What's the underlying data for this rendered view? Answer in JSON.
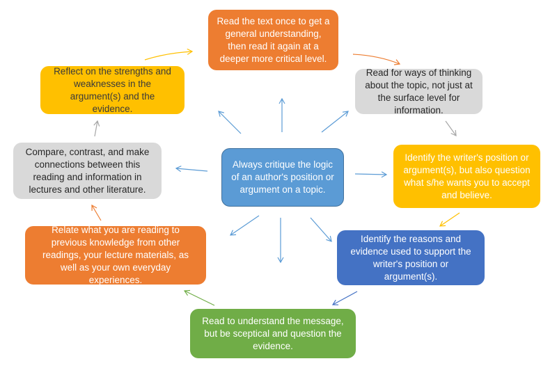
{
  "colors": {
    "orange": "#ED7D31",
    "yellow": "#FFC000",
    "gray": "#D9D9D9",
    "blue": "#4472C4",
    "light_blue": "#5B9BD5",
    "green": "#70AD47",
    "arrow_blue": "#5B9BD5",
    "arrow_gray": "#A6A6A6"
  },
  "center": {
    "text": "Always critique the logic of an author's position or argument on a topic."
  },
  "boxes": {
    "top": "Read the text once to get a general understanding, then read it again at a deeper more critical level.",
    "top_right": "Read for ways of thinking about the topic, not just at the surface level for information.",
    "right": "Identify the writer's position or argument(s), but also question what s/he wants you to accept and believe.",
    "bottom_right": "Identify the reasons and evidence used to support the writer's position or argument(s).",
    "bottom": "Read to understand the message, but be sceptical and question the evidence.",
    "bottom_left": "Relate what you are reading to previous knowledge from other readings, your lecture materials, as well as your own everyday experiences.",
    "left": "Compare, contrast, and make connections between this reading and information in lectures and other literature.",
    "top_left": "Reflect on the strengths and weaknesses in the argument(s) and the evidence."
  }
}
